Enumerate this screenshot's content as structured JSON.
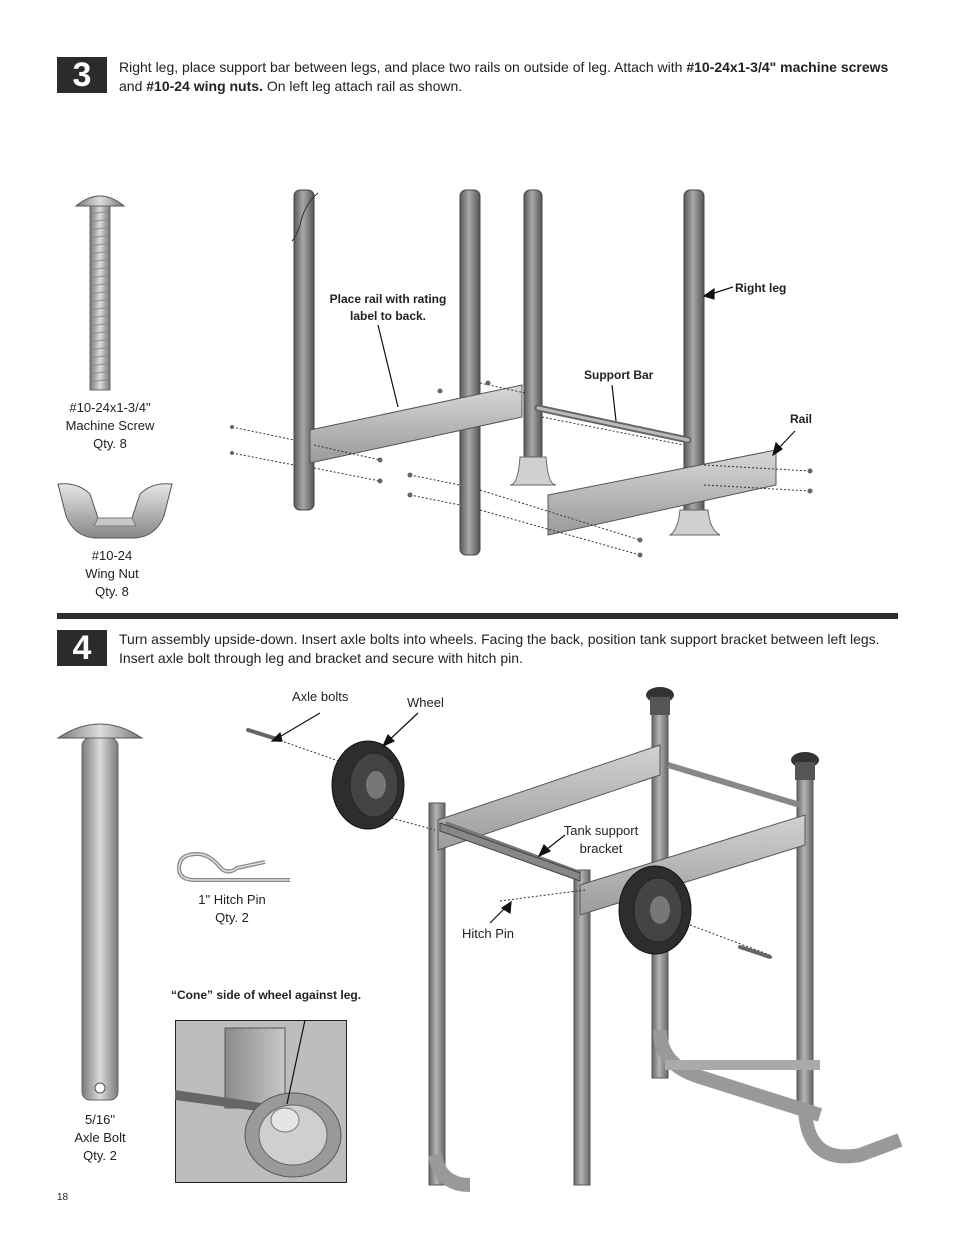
{
  "step3": {
    "number": "3",
    "text_1": "Right leg, place support bar between legs, and place two rails on outside of leg. Attach with ",
    "text_bold_1": "#10-24x1-3/4\" machine screws",
    "text_2": " and ",
    "text_bold_2": "#10-24 wing nuts.",
    "text_3": " On left leg attach rail as shown.",
    "screw": {
      "line1": "#10-24x1-3/4\"",
      "line2": "Machine Screw",
      "qty": "Qty. 8"
    },
    "wingnut": {
      "line1": "#10-24",
      "line2": "Wing Nut",
      "qty": "Qty. 8"
    },
    "callouts": {
      "rating_label_1": "Place rail with rating",
      "rating_label_2": "label to back.",
      "right_leg": "Right leg",
      "support_bar": "Support Bar",
      "rail": "Rail"
    }
  },
  "step4": {
    "number": "4",
    "text_1": "Turn assembly upside-down. Insert axle bolts into wheels. Facing the back, position tank support bracket between left legs.",
    "text_2": "Insert axle bolt through leg and bracket and secure with hitch pin.",
    "axle_bolt": {
      "line1": "5/16\"",
      "line2": "Axle Bolt",
      "qty": "Qty. 2"
    },
    "hitch_pin": {
      "line1": "1\" Hitch Pin",
      "qty": "Qty. 2"
    },
    "cone_note": "“Cone” side of wheel against leg.",
    "callouts": {
      "axle_bolts": "Axle bolts",
      "wheel": "Wheel",
      "tank_support_1": "Tank support",
      "tank_support_2": "bracket",
      "hitch_pin": "Hitch Pin"
    }
  },
  "page_number": "18"
}
